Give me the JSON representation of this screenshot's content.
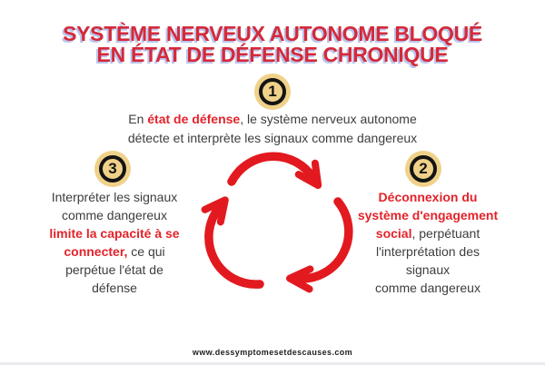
{
  "title": {
    "line1": "SYSTÈME NERVEUX AUTONOME BLOQUÉ",
    "line2": "EN ÉTAT DE DÉFENSE CHRONIQUE"
  },
  "steps": [
    {
      "number": "1"
    },
    {
      "number": "2"
    },
    {
      "number": "3"
    }
  ],
  "blocks": {
    "step1": {
      "lines": [
        [
          {
            "t": "En "
          },
          {
            "t": "état de défense",
            "red": true
          },
          {
            "t": ", le système nerveux autonome"
          }
        ],
        [
          {
            "t": "détecte et interprète les signaux comme dangereux"
          }
        ]
      ]
    },
    "step2": {
      "lines": [
        [
          {
            "t": "Déconnexion du",
            "red": true
          }
        ],
        [
          {
            "t": "système d'engagement",
            "red": true
          }
        ],
        [
          {
            "t": "social",
            "red": true
          },
          {
            "t": ", perpétuant"
          }
        ],
        [
          {
            "t": "l'interprétation des"
          }
        ],
        [
          {
            "t": "signaux"
          }
        ],
        [
          {
            "t": "comme dangereux"
          }
        ]
      ]
    },
    "step3": {
      "lines": [
        [
          {
            "t": "Interpréter les signaux"
          }
        ],
        [
          {
            "t": "comme dangereux"
          }
        ],
        [
          {
            "t": "limite la capacité à se",
            "red": true
          }
        ],
        [
          {
            "t": "connecter,",
            "red": true
          },
          {
            "t": " ce qui"
          }
        ],
        [
          {
            "t": "perpétue l'état de"
          }
        ],
        [
          {
            "t": "défense"
          }
        ]
      ]
    }
  },
  "icons": {
    "cycle_arrows": "cycle-arrows-icon"
  },
  "colors": {
    "title_red": "#d42a3a",
    "title_shadow_blue": "#b9c5ee",
    "body_red": "#e3232a",
    "arrow_red": "#e2191f",
    "badge_tan": "#f0d189",
    "badge_ring_black": "#141414",
    "text_dark": "#3d3d3d"
  },
  "footer": {
    "url": "www.dessymptomesetdescauses.com"
  }
}
